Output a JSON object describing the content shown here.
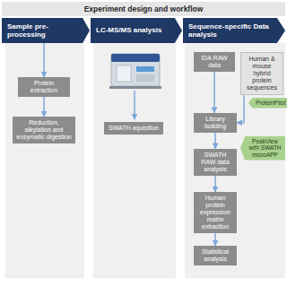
{
  "diagram": {
    "title": "Experiment design and workflow",
    "nodes": [
      {
        "text": [
          "Sample pre-processing"
        ]
      },
      {
        "text": [
          "LC-MS/MS analysis"
        ]
      },
      {
        "text": [
          "Sequence-specific Data analysis"
        ]
      },
      {
        "text": [
          "Protein extraction"
        ]
      },
      {
        "text": [
          "Reduction, alkylation and enzymatic digestion"
        ]
      },
      {
        "text": [
          "SWATH aquisition"
        ]
      },
      {
        "text": [
          "IDA RAW data"
        ]
      },
      {
        "text": [
          "Human & mouse hybrid protein sequences"
        ]
      },
      {
        "text": [
          "ProteinPilot"
        ]
      },
      {
        "text": [
          "Library building"
        ]
      },
      {
        "text": [
          "PeakView with SWATH microAPP"
        ]
      },
      {
        "text": [
          "SWATH RAW data analysis"
        ]
      },
      {
        "text": [
          "Human protein expression matrix extraction"
        ]
      },
      {
        "text": [
          "Statistical analysis"
        ]
      }
    ],
    "edges": [
      {
        "from": 0,
        "to": 3,
        "arrow": "to"
      },
      {
        "from": 3,
        "to": 4,
        "arrow": "to"
      },
      {
        "from": 6,
        "to": 9,
        "arrow": "to"
      },
      {
        "from": 7,
        "to": 9,
        "arrow": "to"
      },
      {
        "from": 9,
        "to": 11,
        "arrow": "to"
      },
      {
        "from": 11,
        "to": 12,
        "arrow": "to"
      },
      {
        "from": 12,
        "to": 13,
        "arrow": "to"
      }
    ]
  }
}
